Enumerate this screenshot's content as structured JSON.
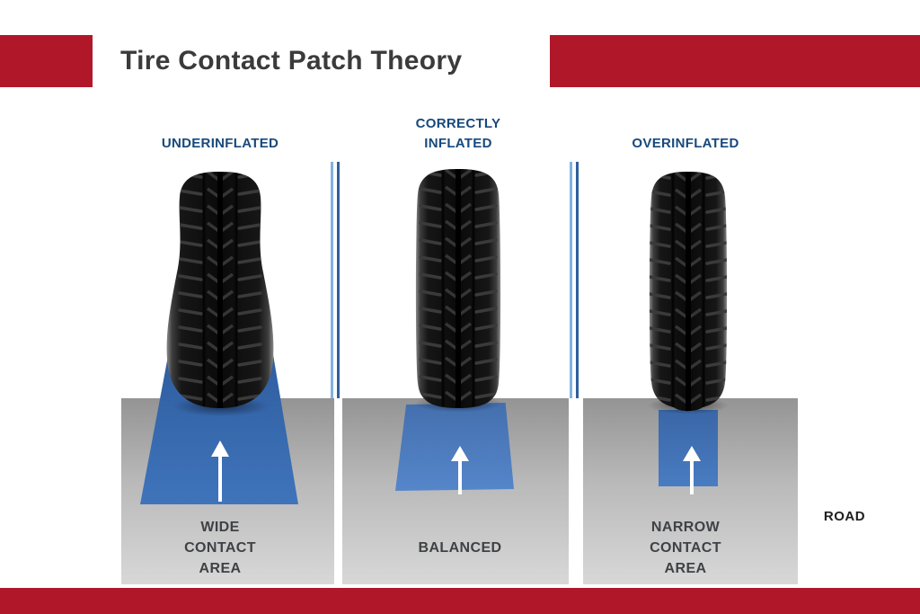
{
  "header": {
    "title": "Tire Contact Patch Theory"
  },
  "columns": [
    {
      "id": "underinflated",
      "label_lines": [
        "UNDERINFLATED"
      ],
      "caption_lines": [
        "WIDE",
        "CONTACT",
        "AREA"
      ]
    },
    {
      "id": "correctly_inflated",
      "label_lines": [
        "CORRECTLY",
        "INFLATED"
      ],
      "caption_lines": [
        "BALANCED"
      ]
    },
    {
      "id": "overinflated",
      "label_lines": [
        "OVERINFLATED"
      ],
      "caption_lines": [
        "NARROW",
        "CONTACT",
        "AREA"
      ]
    }
  ],
  "road_label": "ROAD",
  "icons": {
    "patch_arrow": "up-arrow-icon",
    "tires": [
      "tire-underinflated",
      "tire-correctly-inflated",
      "tire-overinflated"
    ]
  },
  "colors": {
    "accent_red": "#B0182A",
    "title_gray": "#3B3B3B",
    "label_blue": "#17497D",
    "caption_gray": "#3F4245",
    "road_label_black": "#1F1F1F",
    "divider_light": "#7FB3E3",
    "divider_dark": "#2F5F9E",
    "patch_wide_top": "#2E5C9E",
    "patch_wide_bottom": "#3F74BB",
    "patch_balanced_top": "#446FAE",
    "patch_balanced_bottom": "#5586CA",
    "patch_narrow_top": "#3A66A6",
    "patch_narrow_bottom": "#497CC2",
    "road_top": "#949494",
    "road_bottom": "#D8D8D8",
    "arrow_white": "#FFFFFF"
  }
}
